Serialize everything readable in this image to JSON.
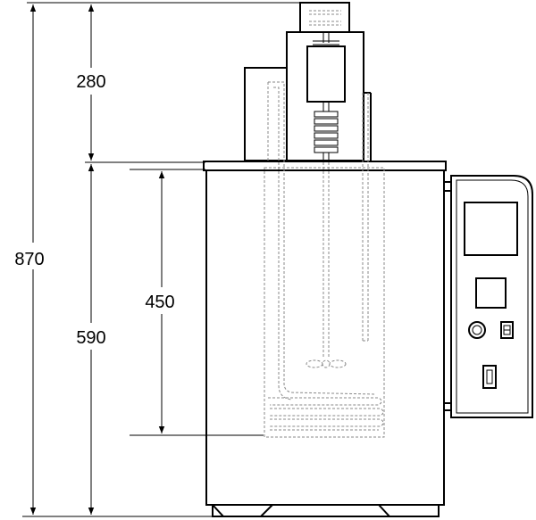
{
  "dimensions": {
    "total_height": "870",
    "top_section_height": "280",
    "body_height": "590",
    "inner_depth": "450"
  },
  "icons": {
    "power_switch": "toggle-switch-icon",
    "indicator": "indicator-lamp-icon",
    "socket": "socket-icon"
  }
}
